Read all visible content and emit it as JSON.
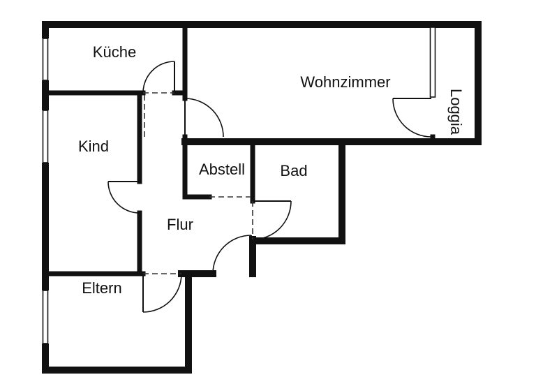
{
  "page": {
    "background_color": "#ffffff",
    "line_color": "#111111",
    "content_type": "apartment floor plan"
  },
  "floorplan": {
    "rooms": [
      {
        "id": "kueche",
        "label": "Küche"
      },
      {
        "id": "wohnzimmer",
        "label": "Wohnzimmer"
      },
      {
        "id": "loggia",
        "label": "Loggia"
      },
      {
        "id": "kind",
        "label": "Kind"
      },
      {
        "id": "abstell",
        "label": "Abstell"
      },
      {
        "id": "bad",
        "label": "Bad"
      },
      {
        "id": "flur",
        "label": "Flur"
      },
      {
        "id": "eltern",
        "label": "Eltern"
      }
    ]
  }
}
